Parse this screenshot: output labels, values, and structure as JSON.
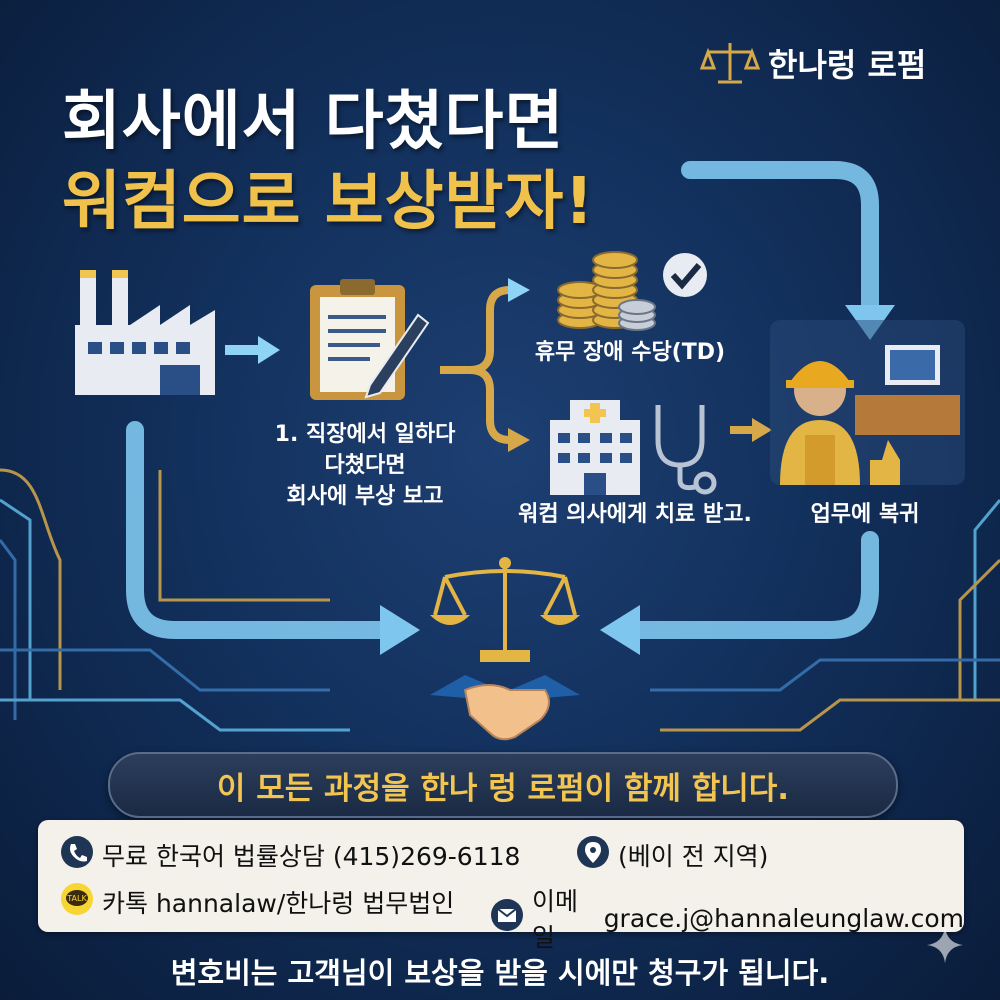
{
  "brand": {
    "name": "한나렁 로펌",
    "logo_icon": "scales-icon"
  },
  "headline": {
    "line1": "회사에서 다쳤다면",
    "line2": "워컴으로 보상받자!"
  },
  "steps": {
    "step1": "1. 직장에서 일하다\n다쳤다면\n회사에 부상 보고",
    "td": "휴무 장애 수당(TD)",
    "treatment": "워컴 의사에게 치료 받고.",
    "return": "업무에 복귀"
  },
  "banner": "이 모든 과정을 한나 렁 로펌이 함께 합니다.",
  "contact": {
    "phone": "무료 한국어 법률상담 (415)269-6118",
    "location": "(베이 전 지역)",
    "kakao": "카톡 hannalaw/한나렁 법무법인",
    "email_label": "이메일",
    "email": "grace.j@hannaleunglaw.com"
  },
  "footer": "변호비는 고객님이 보상을 받을 시에만 청구가 됩니다.",
  "colors": {
    "gold": "#f2c450",
    "navy": "#12305c",
    "accent_blue": "#5fb7e6"
  }
}
